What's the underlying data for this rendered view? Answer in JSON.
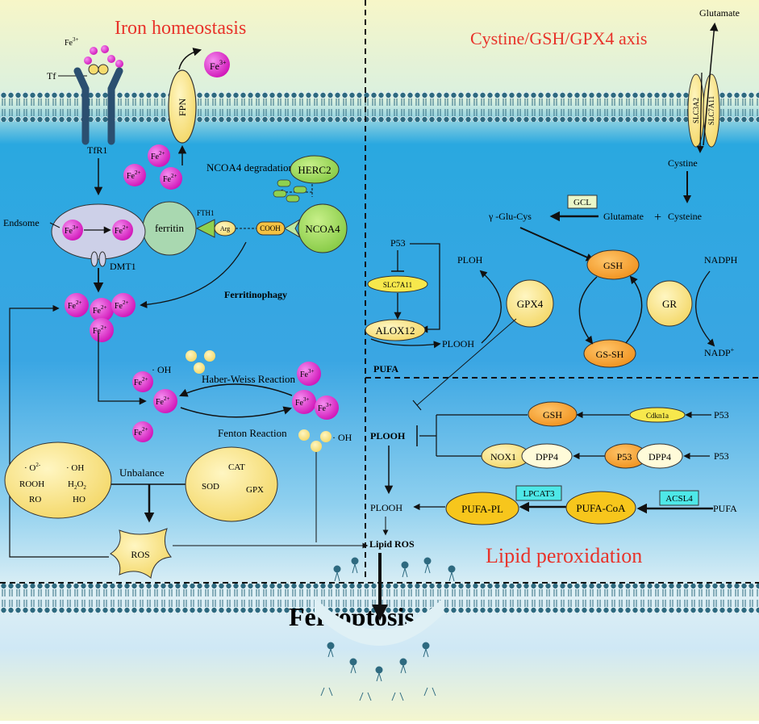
{
  "sections": {
    "iron": "Iron homeostasis",
    "cystine": "Cystine/GSH/GPX4 axis",
    "lipid": "Lipid peroxidation",
    "ferroptosis": "Ferroptosis"
  },
  "iron": {
    "fe3_top": "Fe",
    "fe3_sup": "3+",
    "tf": "Tf",
    "tfr1": "TfR1",
    "fpn": "FPN",
    "fe3_out": "Fe",
    "fe3_out_sup": "3+",
    "fe2": "Fe",
    "fe2_sup": "2+",
    "fe3_sup_generic": "3+",
    "ncoa4_deg": "NCOA4 degradation",
    "herc2": "HERC2",
    "ncoa4": "NCOA4",
    "ferritin": "ferritin",
    "fth1": "FTH1",
    "arg": "Arg",
    "cooh": "COOH",
    "endosome": "Endsome",
    "dmt1": "DMT1",
    "ferritinophagy": "Ferritinophagy",
    "oh_top": "· OH",
    "haber_weiss": "Haber-Weiss Reaction",
    "fenton": "Fenton Reaction",
    "oh_right": "· OH",
    "ros_species": {
      "o2": "· O",
      "o2_sup": "2-",
      "oh": "· OH",
      "rooh": "ROOH",
      "h2o2": "H",
      "h2o2_sub1": "2",
      "h2o2_o": "O",
      "h2o2_sub2": "2",
      "ro": "RO",
      "ho": "HO"
    },
    "unbalance": "Unbalance",
    "antioxidants": {
      "cat": "CAT",
      "sod": "SOD",
      "gpx": "GPX"
    },
    "ros": "ROS"
  },
  "axis": {
    "glutamate_out": "Glutamate",
    "slc3a2": "SLC3A2",
    "slc7a11": "SLC7A11",
    "cystine": "Cystine",
    "gcl": "GCL",
    "glu_cys": "γ -Glu-Cys",
    "glutamate": "Glutamate",
    "plus": "+",
    "cysteine": "Cysteine",
    "p53": "P53",
    "slc7a11_small": "SLC7A11",
    "alox12": "ALOX12",
    "ploh": "PLOH",
    "plooh": "PLOOH",
    "pufa": "PUFA",
    "gpx4": "GPX4",
    "gsh": "GSH",
    "gssh": "GS-SH",
    "gr": "GR",
    "nadph": "NADPH",
    "nadp": "NADP",
    "nadp_sup": "+"
  },
  "lipid": {
    "gsh": "GSH",
    "cdkn1a": "Cdkn1a",
    "p53_a": "P53",
    "plooh": "PLOOH",
    "nox1": "NOX1",
    "dpp4_a": "DPP4",
    "p53_box": "P53",
    "dpp4_b": "DPP4",
    "p53_b": "P53",
    "plooh2": "PLOOH",
    "pufa_pl": "PUFA-PL",
    "lpcat3": "LPCAT3",
    "pufa_coa": "PUFA-CoA",
    "acsl4": "ACSL4",
    "pufa": "PUFA",
    "lipid_ros": "Lipid ROS"
  },
  "colors": {
    "title_red": "#e8332a",
    "magenta": "#e020c8",
    "yellow": "#f5dc6e",
    "orange": "#f0951a",
    "cyan_box": "#4ee8e8",
    "green": "#8fd14f",
    "membrane": "#2e6a80"
  }
}
